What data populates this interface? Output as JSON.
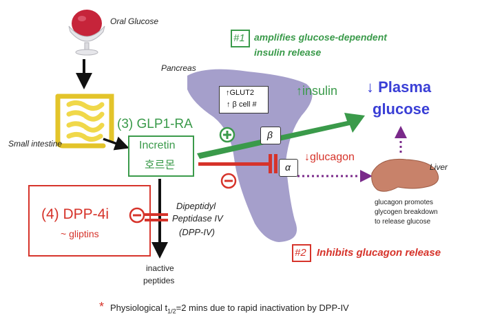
{
  "colors": {
    "green": "#3a9a4a",
    "red": "#d6332a",
    "blue": "#3a3fd6",
    "pancreas": "#a59fcb",
    "liver": "#c8826a",
    "dotted": "#7a2a8a"
  },
  "icons": {
    "glass": "glucose-drink-icon",
    "intestine": "small-intestine-icon",
    "liver": "liver-icon",
    "plus": "plus-icon",
    "minus": "minus-icon"
  },
  "labels": {
    "oral_glucose": "Oral Glucose",
    "small_intestine": "Small intestine",
    "pancreas": "Pancreas",
    "liver": "Liver",
    "glp1ra": "(3) GLP1-RA",
    "incretin_line1": "Incretin",
    "incretin_line2": "호르몬",
    "glut2": "↑GLUT2",
    "beta_cell": "↑ β cell #",
    "beta": "β",
    "alpha": "α",
    "insulin": "↑insulin",
    "glucagon": "↓glucagon",
    "plasma_line1": "↓ Plasma",
    "plasma_line2": "glucose",
    "note1_num": "#1",
    "note1_line1": "amplifies glucose-dependent",
    "note1_line2": "insulin release",
    "note2_num": "#2",
    "note2_text": "Inhibits glucagon release",
    "dpp4_line1": "Dipeptidyl",
    "dpp4_line2": "Peptidase IV",
    "dpp4_line3": "(DPP-IV)",
    "dpp4i_title": "(4) DPP-4i",
    "gliptins": "~ gliptins",
    "inactive_line1": "inactive",
    "inactive_line2": "peptides",
    "liver_note1": "glucagon promotes",
    "liver_note2": "glycogen breakdown",
    "liver_note3": "to release glucose",
    "footer_star": "*",
    "footer_text_a": "Physiological  t",
    "footer_sub": "1/2",
    "footer_text_b": "=2 mins due to rapid inactivation by DPP-IV"
  }
}
